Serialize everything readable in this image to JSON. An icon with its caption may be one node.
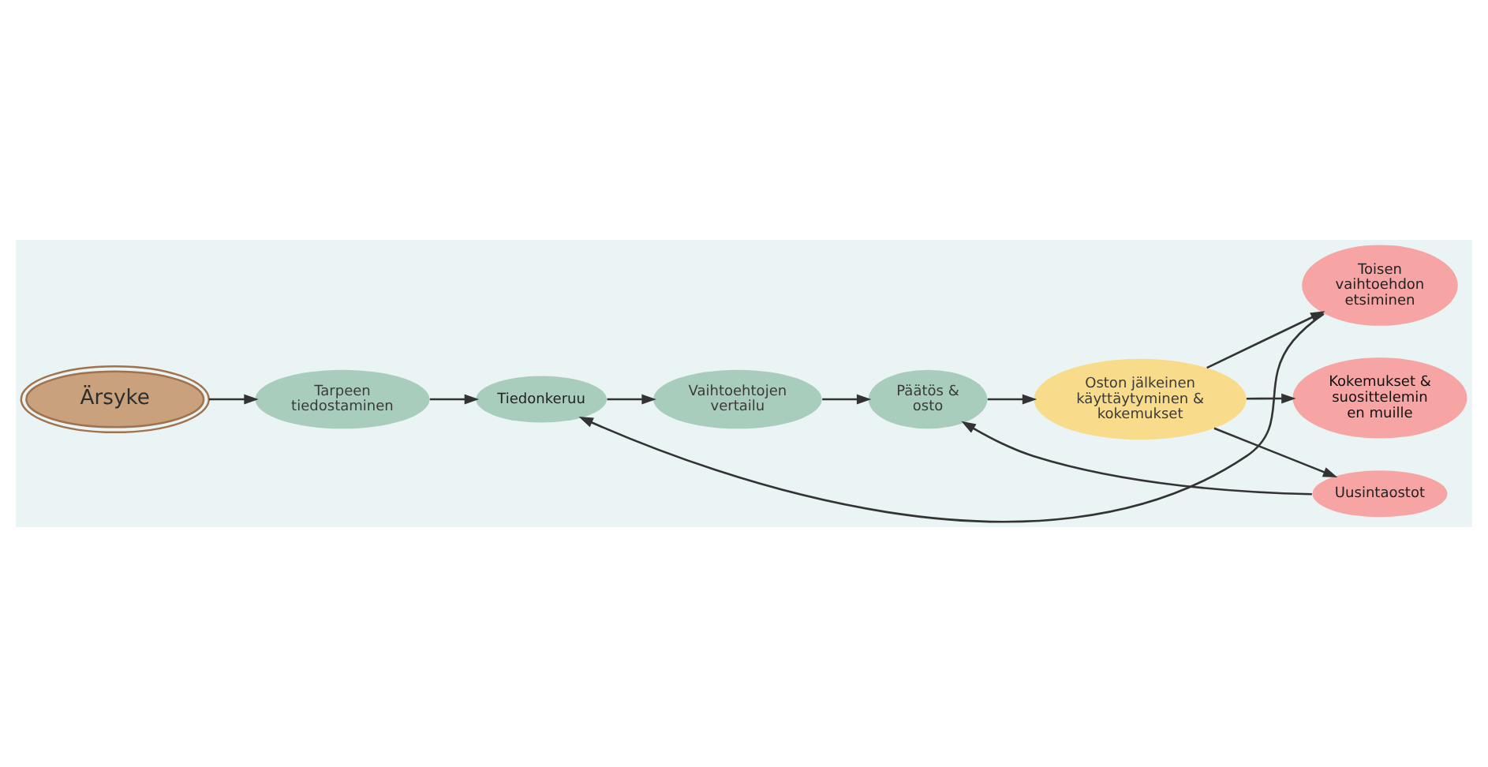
{
  "diagram": {
    "nodes": [
      {
        "text": [
          "Ärsyke"
        ]
      },
      {
        "text": [
          "Tarpeen tiedostaminen"
        ]
      },
      {
        "text": [
          "Tiedonkeruu"
        ]
      },
      {
        "text": [
          "Toisen vaihtoehdon etsiminen"
        ]
      },
      {
        "text": [
          "Vaihtoehtojen vertailu"
        ]
      },
      {
        "text": [
          "Päätös & osto"
        ]
      },
      {
        "text": [
          "Oston jälkeinen käyttäytyminen & kokemukset"
        ]
      },
      {
        "text": [
          "Kokemukset & suosittelemin en muille"
        ]
      },
      {
        "text": [
          "Uusintaostot"
        ]
      }
    ],
    "edges": [
      {
        "from": 0,
        "to": 1,
        "arrow": "to"
      },
      {
        "from": 1,
        "to": 2,
        "arrow": "to"
      },
      {
        "from": 2,
        "to": 4,
        "arrow": "to"
      },
      {
        "from": 4,
        "to": 5,
        "arrow": "to"
      },
      {
        "from": 5,
        "to": 6,
        "arrow": "to"
      },
      {
        "from": 6,
        "to": 3,
        "arrow": "to"
      },
      {
        "from": 6,
        "to": 7,
        "arrow": "to"
      },
      {
        "from": 6,
        "to": 8,
        "arrow": "to"
      },
      {
        "from": 8,
        "to": 5,
        "arrow": "to"
      },
      {
        "from": 3,
        "to": 2,
        "arrow": "to"
      }
    ]
  }
}
